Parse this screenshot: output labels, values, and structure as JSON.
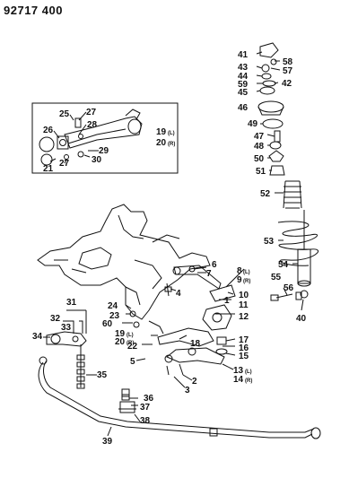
{
  "diagram_code": "92717 400",
  "callouts": [
    {
      "id": "c41",
      "text": "41"
    },
    {
      "id": "c58",
      "text": "58"
    },
    {
      "id": "c43",
      "text": "43"
    },
    {
      "id": "c57",
      "text": "57"
    },
    {
      "id": "c44",
      "text": "44"
    },
    {
      "id": "c59",
      "text": "59"
    },
    {
      "id": "c42",
      "text": "42"
    },
    {
      "id": "c45",
      "text": "45"
    },
    {
      "id": "c46",
      "text": "46"
    },
    {
      "id": "c49",
      "text": "49"
    },
    {
      "id": "c47",
      "text": "47"
    },
    {
      "id": "c48",
      "text": "48"
    },
    {
      "id": "c50",
      "text": "50"
    },
    {
      "id": "c51",
      "text": "51"
    },
    {
      "id": "c52",
      "text": "52"
    },
    {
      "id": "c53",
      "text": "53"
    },
    {
      "id": "c54",
      "text": "54"
    },
    {
      "id": "c55",
      "text": "55"
    },
    {
      "id": "c56",
      "text": "56"
    },
    {
      "id": "c40",
      "text": "40"
    },
    {
      "id": "c25",
      "text": "25"
    },
    {
      "id": "c27a",
      "text": "27"
    },
    {
      "id": "c28",
      "text": "28"
    },
    {
      "id": "c26",
      "text": "26"
    },
    {
      "id": "c19a",
      "text": "19"
    },
    {
      "id": "c19a_s",
      "text": "(L)"
    },
    {
      "id": "c20a",
      "text": "20"
    },
    {
      "id": "c20a_s",
      "text": "(R)"
    },
    {
      "id": "c29",
      "text": "29"
    },
    {
      "id": "c27b",
      "text": "27"
    },
    {
      "id": "c30",
      "text": "30"
    },
    {
      "id": "c21",
      "text": "21"
    },
    {
      "id": "c6",
      "text": "6"
    },
    {
      "id": "c7",
      "text": "7"
    },
    {
      "id": "c8",
      "text": "8"
    },
    {
      "id": "c8_s",
      "text": "(L)"
    },
    {
      "id": "c9",
      "text": "9"
    },
    {
      "id": "c9_s",
      "text": "(R)"
    },
    {
      "id": "c4",
      "text": "4"
    },
    {
      "id": "c10",
      "text": "10"
    },
    {
      "id": "c1",
      "text": "1"
    },
    {
      "id": "c11",
      "text": "11"
    },
    {
      "id": "c12",
      "text": "12"
    },
    {
      "id": "c24",
      "text": "24"
    },
    {
      "id": "c23",
      "text": "23"
    },
    {
      "id": "c60",
      "text": "60"
    },
    {
      "id": "c19b",
      "text": "19"
    },
    {
      "id": "c19b_s",
      "text": "(L)"
    },
    {
      "id": "c20b",
      "text": "20"
    },
    {
      "id": "c20b_s",
      "text": "(R)"
    },
    {
      "id": "c22",
      "text": "22"
    },
    {
      "id": "c18",
      "text": "18"
    },
    {
      "id": "c17",
      "text": "17"
    },
    {
      "id": "c16",
      "text": "16"
    },
    {
      "id": "c15",
      "text": "15"
    },
    {
      "id": "c5",
      "text": "5"
    },
    {
      "id": "c13",
      "text": "13"
    },
    {
      "id": "c13_s",
      "text": "(L)"
    },
    {
      "id": "c14",
      "text": "14"
    },
    {
      "id": "c14_s",
      "text": "(R)"
    },
    {
      "id": "c2",
      "text": "2"
    },
    {
      "id": "c3",
      "text": "3"
    },
    {
      "id": "c31",
      "text": "31"
    },
    {
      "id": "c32",
      "text": "32"
    },
    {
      "id": "c33",
      "text": "33"
    },
    {
      "id": "c34",
      "text": "34"
    },
    {
      "id": "c35",
      "text": "35"
    },
    {
      "id": "c36",
      "text": "36"
    },
    {
      "id": "c37",
      "text": "37"
    },
    {
      "id": "c38",
      "text": "38"
    },
    {
      "id": "c39",
      "text": "39"
    }
  ]
}
